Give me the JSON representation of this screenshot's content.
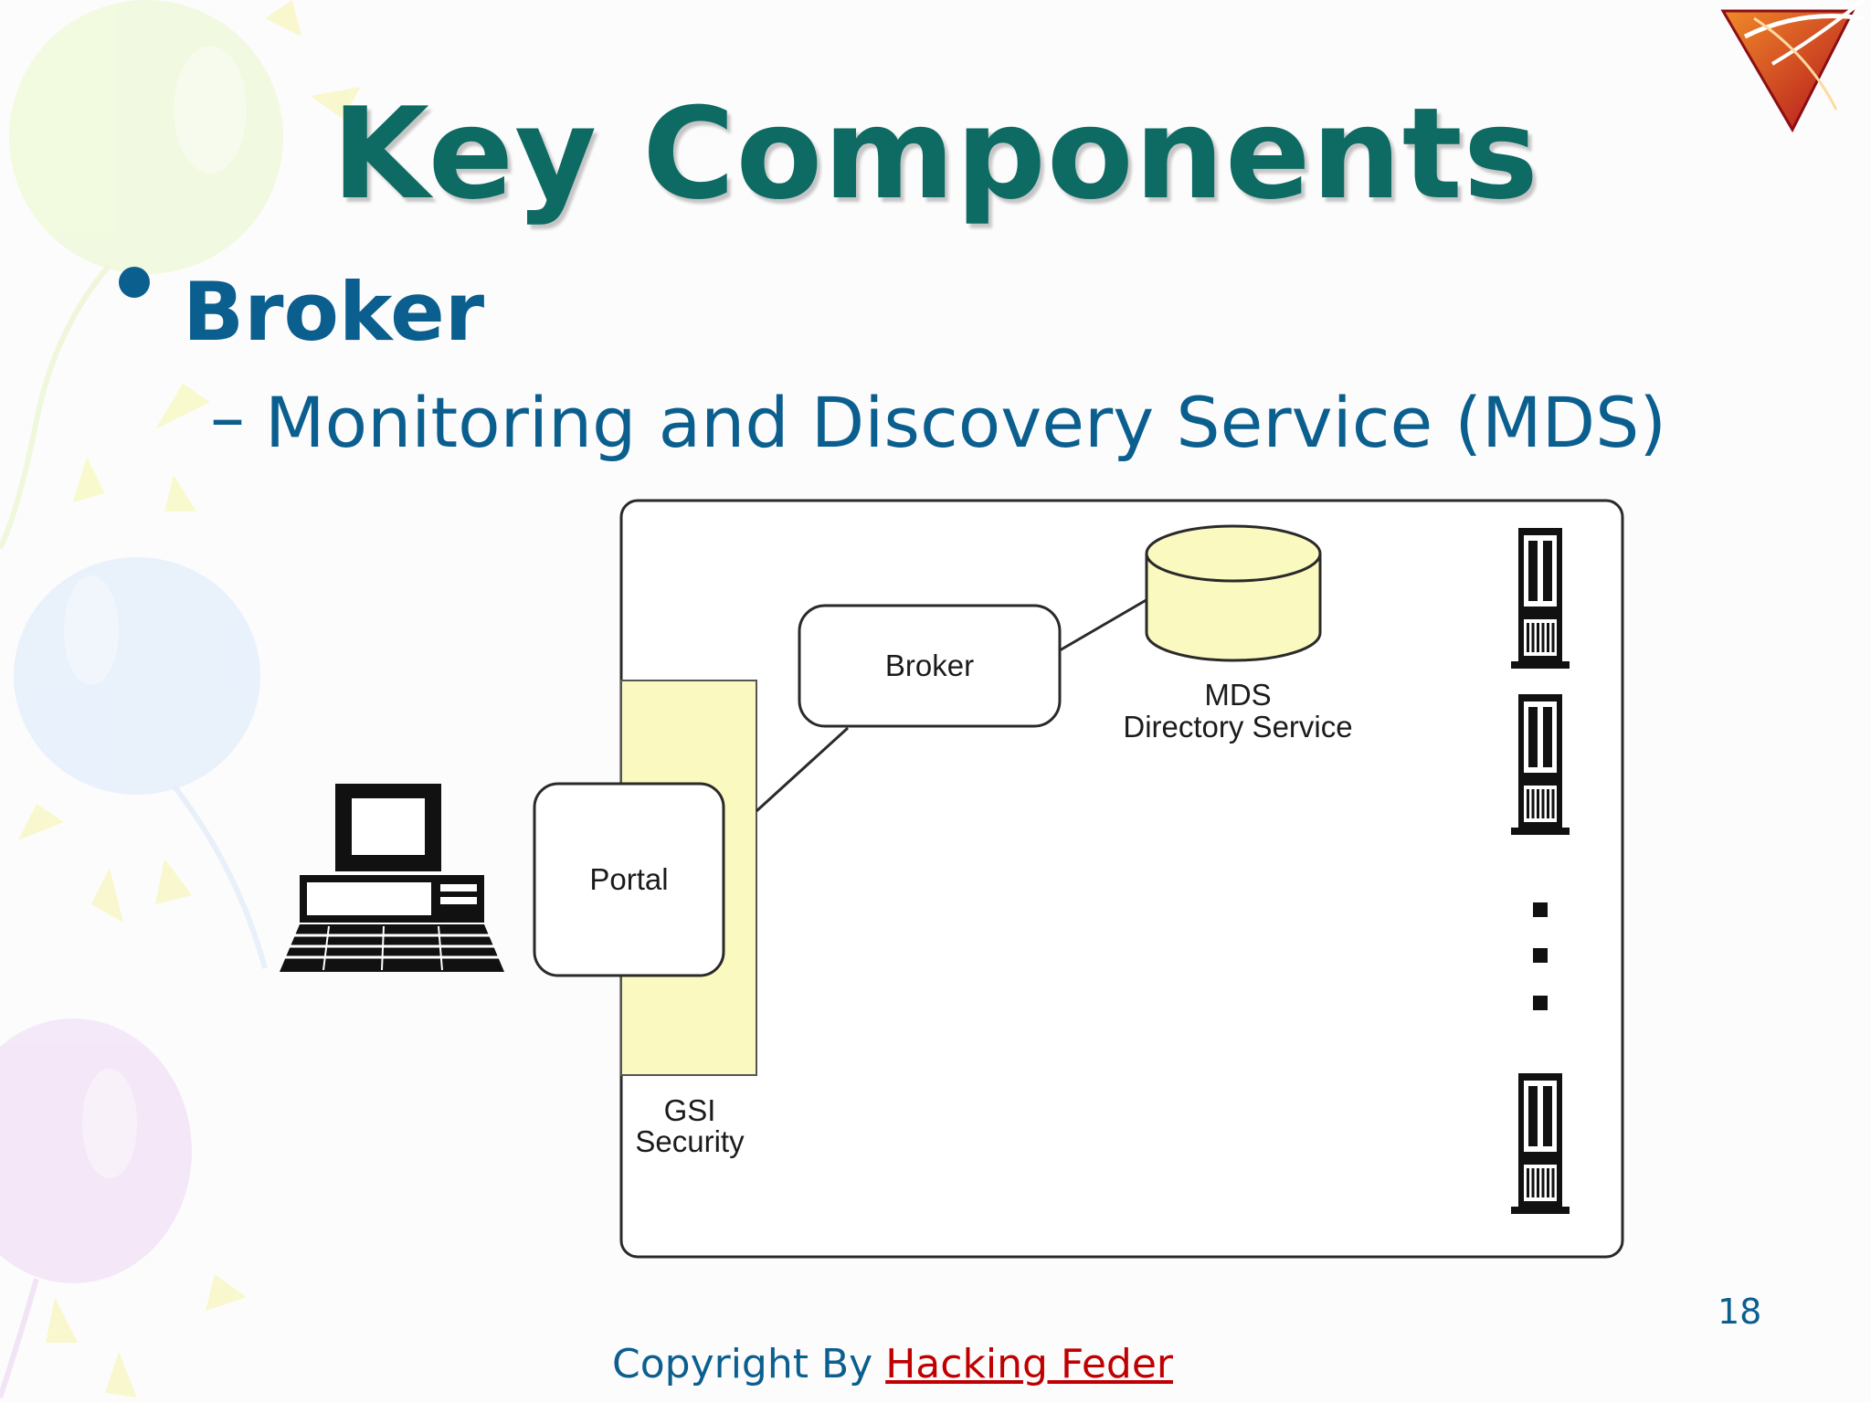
{
  "slide": {
    "title": "Key Components",
    "bullet": "Broker",
    "sub_dash": "–",
    "sub_bullet": "Monitoring and Discovery Service (MDS)",
    "page_number": "18"
  },
  "diagram": {
    "labels": {
      "broker": "Broker",
      "mds_line1": "MDS",
      "mds_line2": "Directory Service",
      "portal": "Portal",
      "gsi_line1": "GSI",
      "gsi_line2": "Security"
    },
    "icons": [
      "desktop-computer-icon",
      "database-cylinder-icon",
      "server-tower-icon",
      "ellipsis-dots-icon"
    ]
  },
  "footer": {
    "prefix": "Copyright By ",
    "link_text": "Hacking Feder"
  },
  "colors": {
    "title": "#0d6b63",
    "text": "#0b5f8f",
    "link": "#c00000",
    "highlight": "#fafac0"
  }
}
